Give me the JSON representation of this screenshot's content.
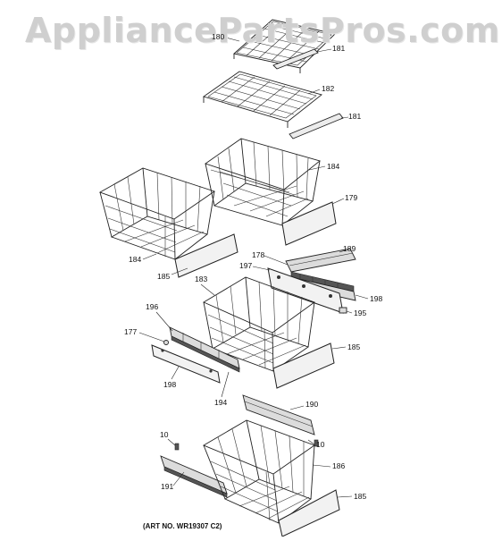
{
  "watermark": {
    "text": "AppliancePartsPros.com"
  },
  "art_number": "(ART NO. WR19307 C2)",
  "callouts": {
    "c180": "180",
    "c181a": "181",
    "c182": "182",
    "c181b": "181",
    "c184a": "184",
    "c179": "179",
    "c184b": "184",
    "c185a": "185",
    "c178": "178",
    "c189": "189",
    "c197": "197",
    "c198a": "198",
    "c183": "183",
    "c195": "195",
    "c196": "196",
    "c177": "177",
    "c185b": "185",
    "c198b": "198",
    "c194": "194",
    "c190": "190",
    "c10a": "10",
    "c10b": "10",
    "c186": "186",
    "c191": "191",
    "c185c": "185"
  }
}
